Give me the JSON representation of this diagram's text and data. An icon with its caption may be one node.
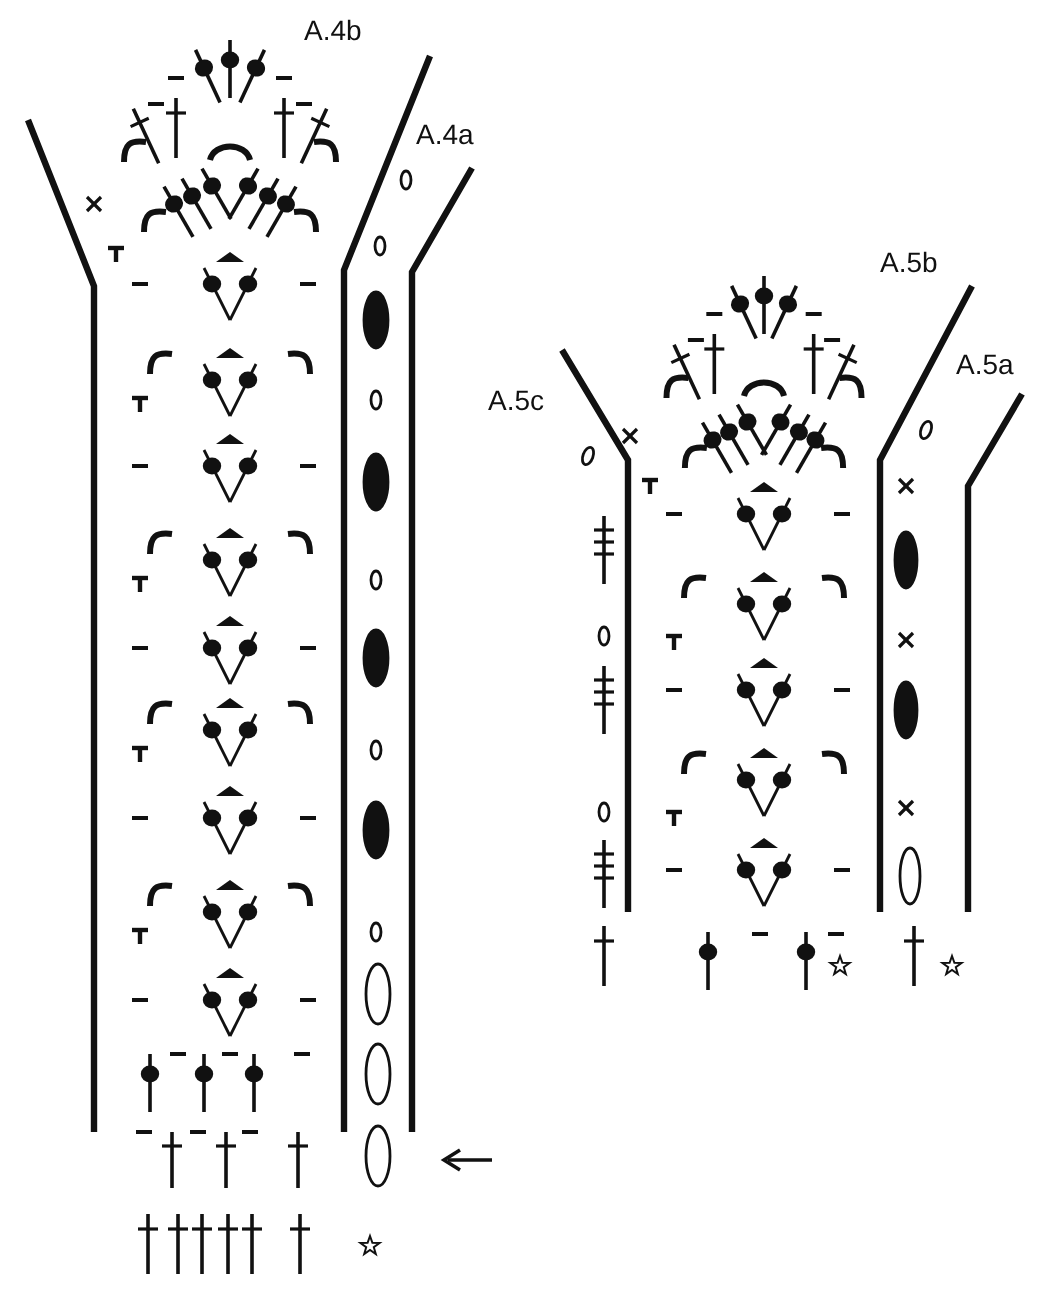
{
  "diagram": {
    "labels": [
      "A.4b",
      "A.4a",
      "A.5b",
      "A.5a",
      "A.5c"
    ]
  }
}
